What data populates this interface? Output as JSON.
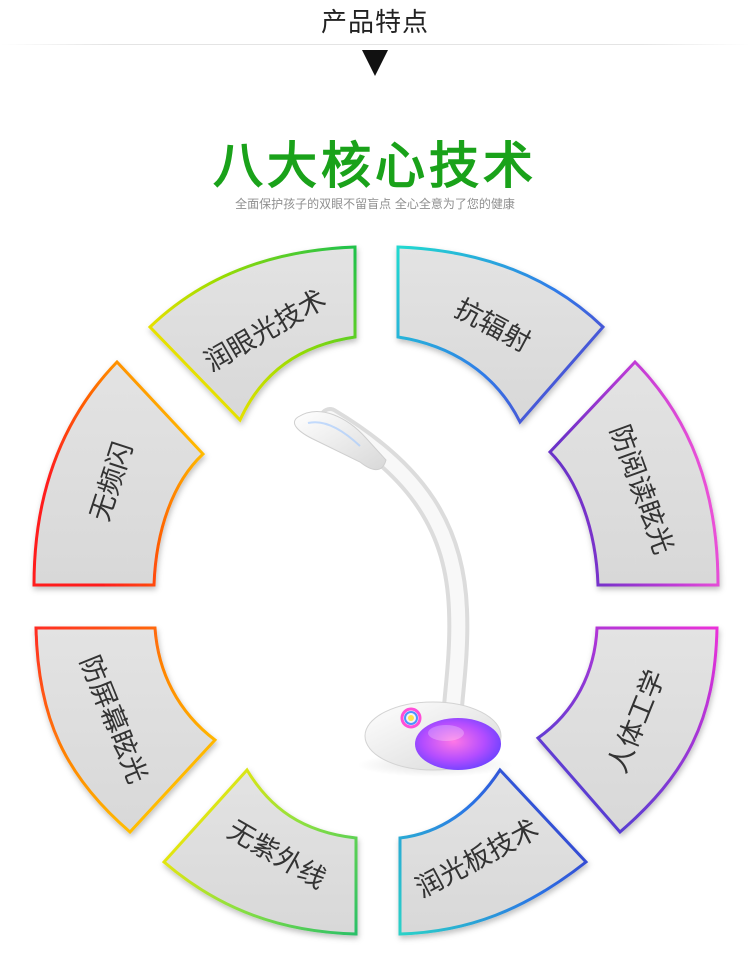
{
  "header": {
    "section_title": "产品特点",
    "main_title": "八大核心技术",
    "subtitle": "全面保护孩子的双眼不留盲点  全心全意为了您的健康"
  },
  "features": [
    {
      "label": "润眼光技术",
      "colors": [
        "#ffe200",
        "#9adc00",
        "#22c24a"
      ]
    },
    {
      "label": "抗辐射",
      "colors": [
        "#22d8d0",
        "#2f7be8",
        "#5d38c7"
      ]
    },
    {
      "label": "防阅读眩光",
      "colors": [
        "#6a30c8",
        "#c13bd6",
        "#ff5cd7"
      ]
    },
    {
      "label": "人体工学",
      "colors": [
        "#ef2fd9",
        "#8f38d5",
        "#3f3fd1"
      ]
    },
    {
      "label": "润光板技术",
      "colors": [
        "#2cd1c8",
        "#2a74e5",
        "#3c2fc6"
      ]
    },
    {
      "label": "无紫外线",
      "colors": [
        "#ffe700",
        "#8de040",
        "#27bf69"
      ]
    },
    {
      "label": "防屏幕眩光",
      "colors": [
        "#ff2a24",
        "#ff8a00",
        "#ffd200"
      ]
    },
    {
      "label": "无频闪",
      "colors": [
        "#ff1f1f",
        "#ff6600",
        "#ffbf00"
      ]
    }
  ],
  "product": {
    "name": "desk-lamp",
    "glow_colors": [
      "#ff46d5",
      "#b44dff",
      "#6d48ff"
    ]
  }
}
